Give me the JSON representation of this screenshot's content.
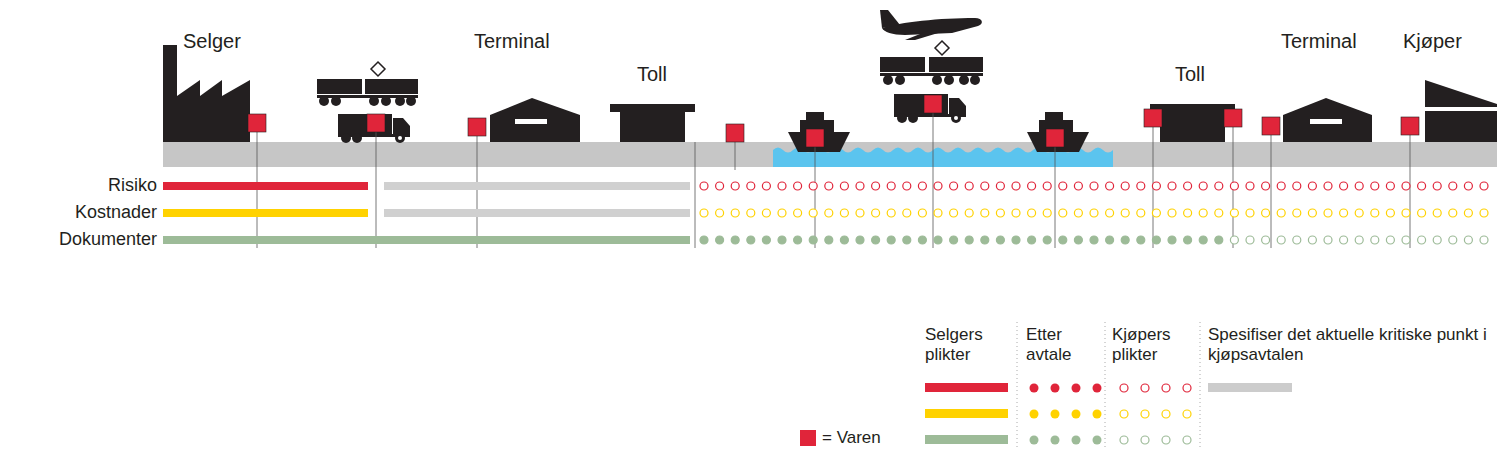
{
  "diagram": {
    "labels": [
      "Selger",
      "Terminal",
      "Toll",
      "Toll",
      "Terminal",
      "Kjøper",
      "Risiko",
      "Kostnader",
      "Dokumenter"
    ],
    "legend": [
      {
        "text": "Selgers plikter"
      },
      {
        "text": "Etter avtale"
      },
      {
        "text": "Kjøpers plikter"
      },
      {
        "text": "Spesifiser det aktuelle kritiske punkt i kjøpsavtalen",
        "color": "#cccccc"
      },
      {
        "text": "= Varen",
        "color": "#e0253a"
      }
    ]
  }
}
